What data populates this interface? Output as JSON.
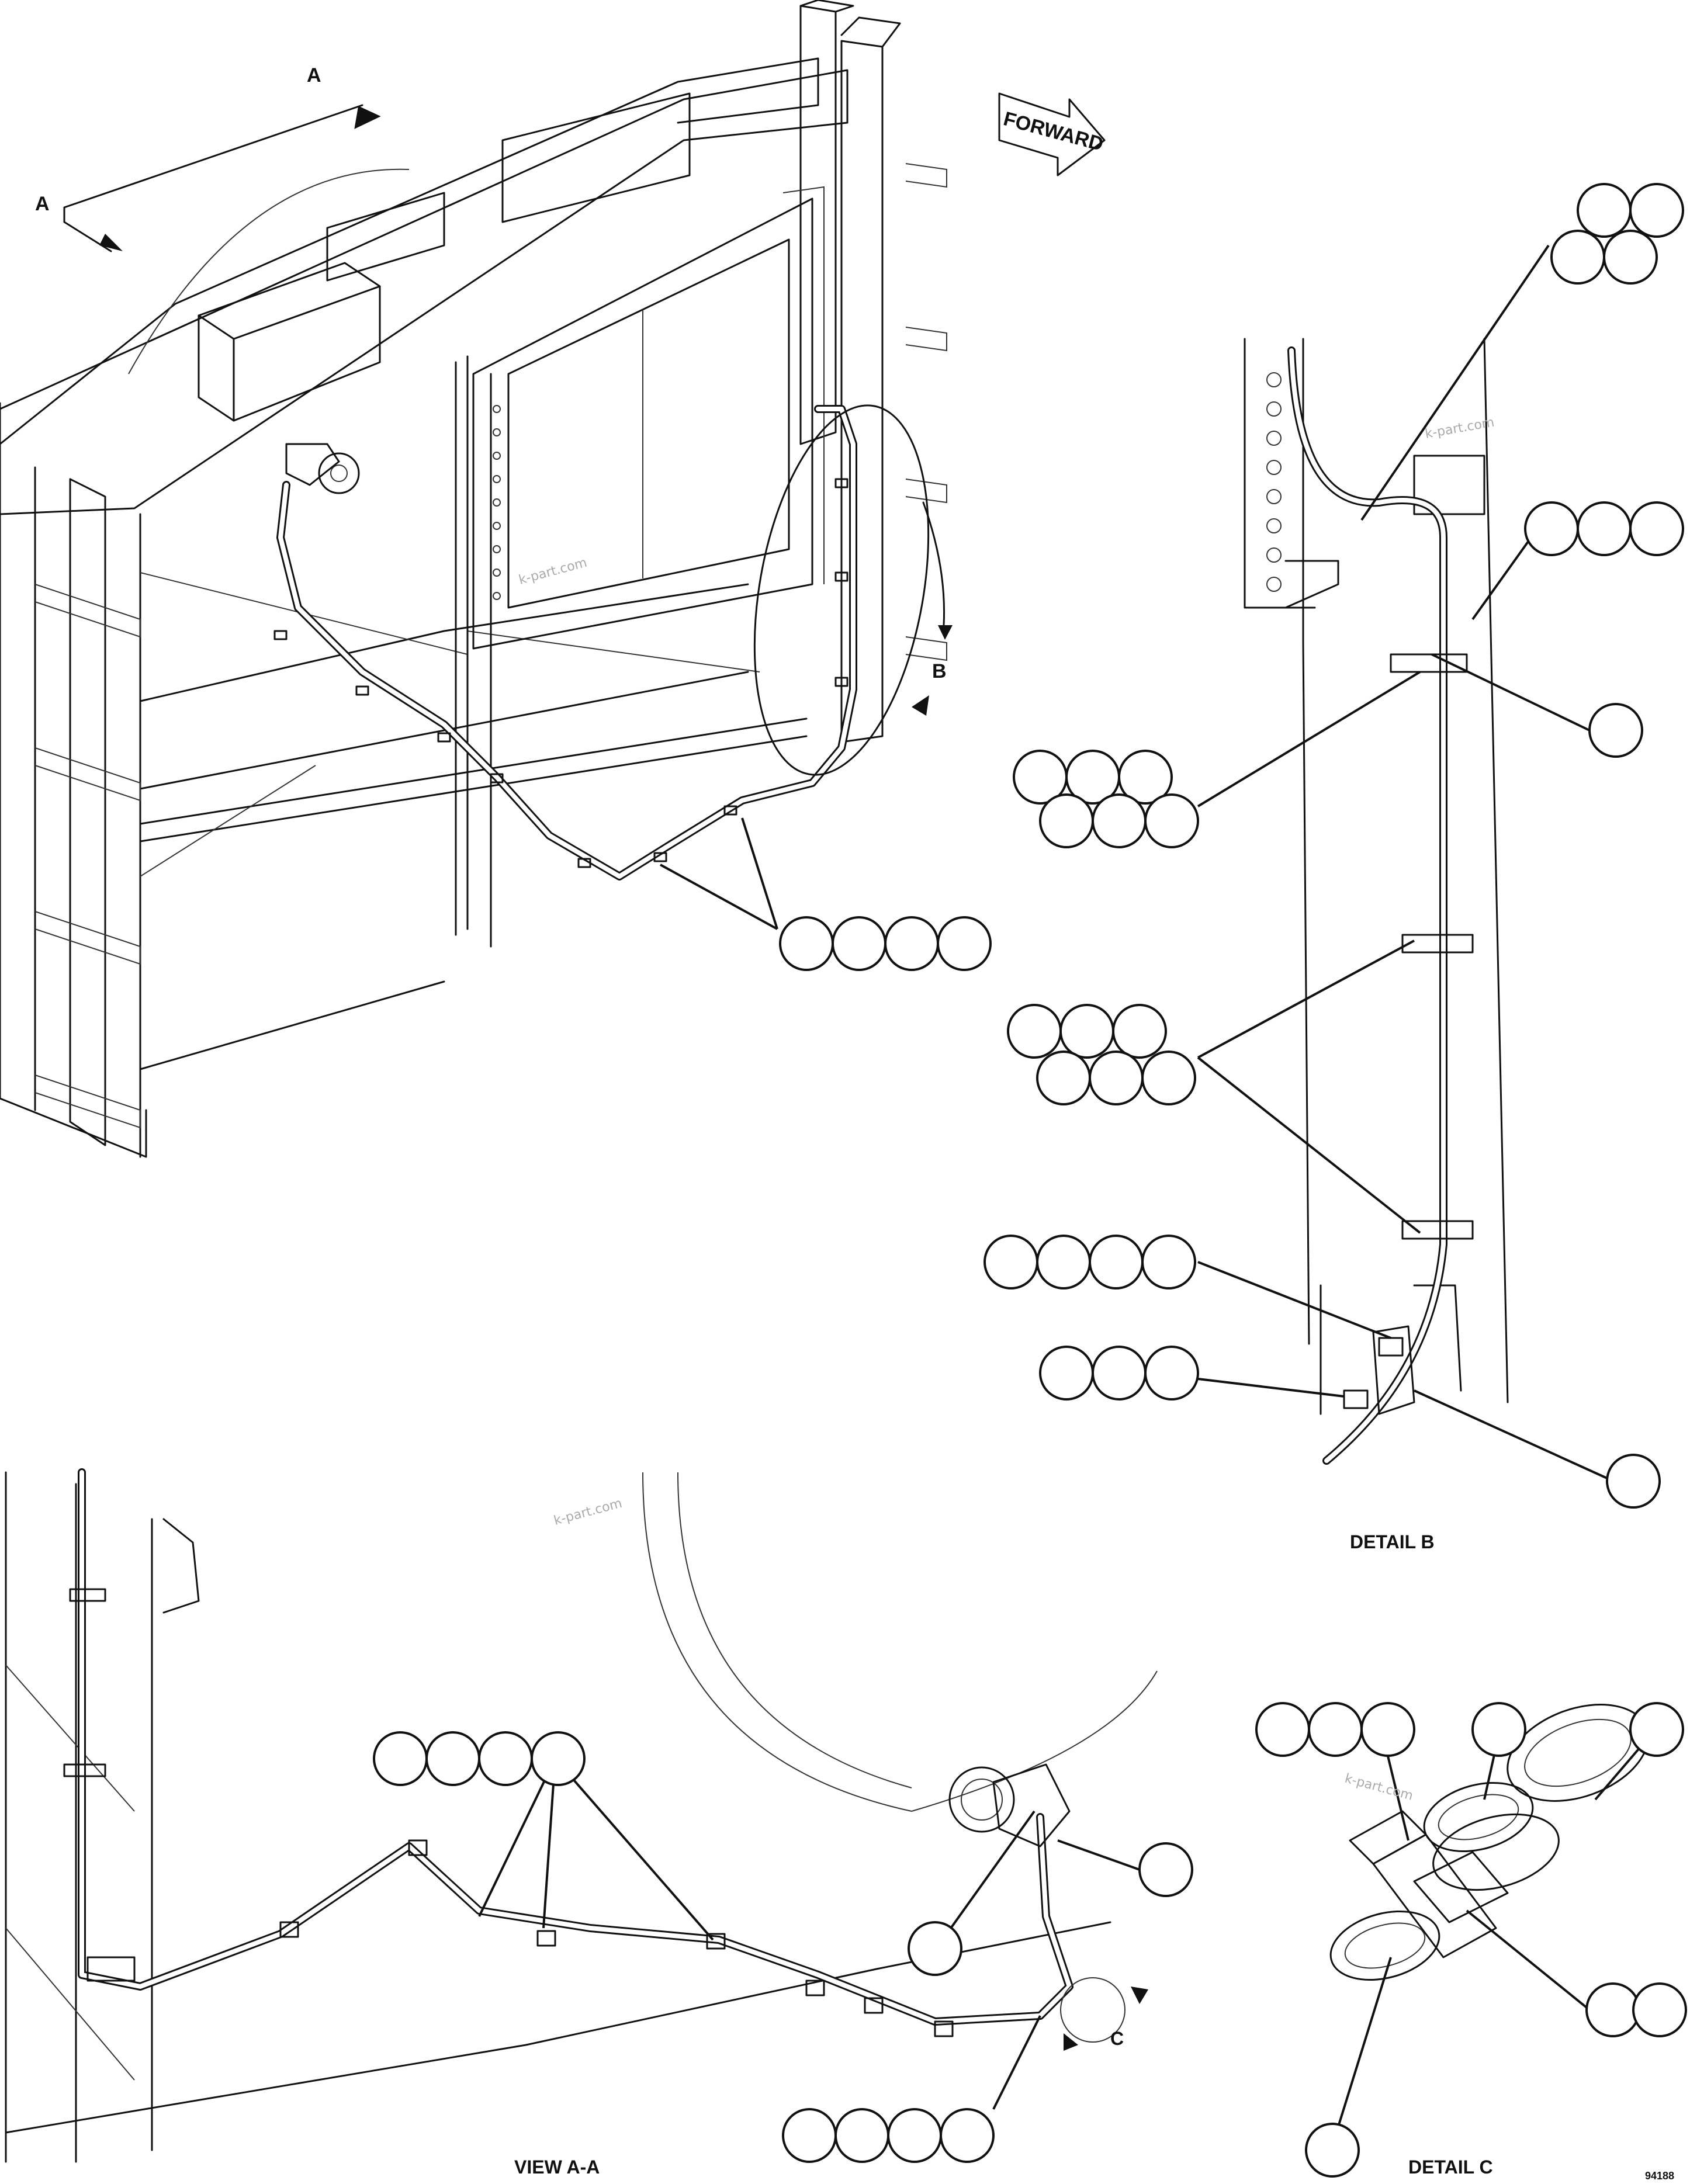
{
  "view_labels": {
    "section_a_left": "A",
    "section_a_right": "A",
    "detail_b_callout": "B",
    "detail_c_callout": "C",
    "forward": "FORWARD",
    "detail_b_title": "DETAIL B",
    "view_aa_title": "VIEW A-A",
    "detail_c_title": "DETAIL C",
    "drawing_number": "94188"
  },
  "watermarks": [
    "k-part.com",
    "k-part.com",
    "k-part.com",
    "k-part.com"
  ]
}
